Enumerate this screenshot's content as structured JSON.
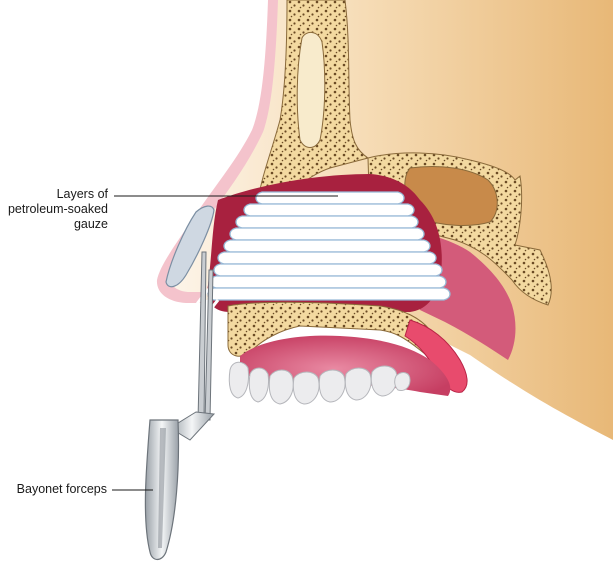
{
  "labels": {
    "gauze": [
      "Layers of",
      "petroleum-soaked",
      "gauze"
    ],
    "forceps": "Bayonet forceps"
  },
  "colors": {
    "skin_shadow": "#e9c08a",
    "skin_light": "#fbf0e2",
    "mucosa": "#d04a6e",
    "mucosa_deep": "#9c1d3c",
    "mucosa_light": "#f2bfc9",
    "bone": "#f3d9a0",
    "bone_dots": "#6a4a24",
    "gauze": "#ffffff",
    "gauze_edge": "#98b9d6",
    "teeth": "#ececee",
    "forceps": "#d7dadd",
    "leader_line": "#1a1a1a"
  }
}
